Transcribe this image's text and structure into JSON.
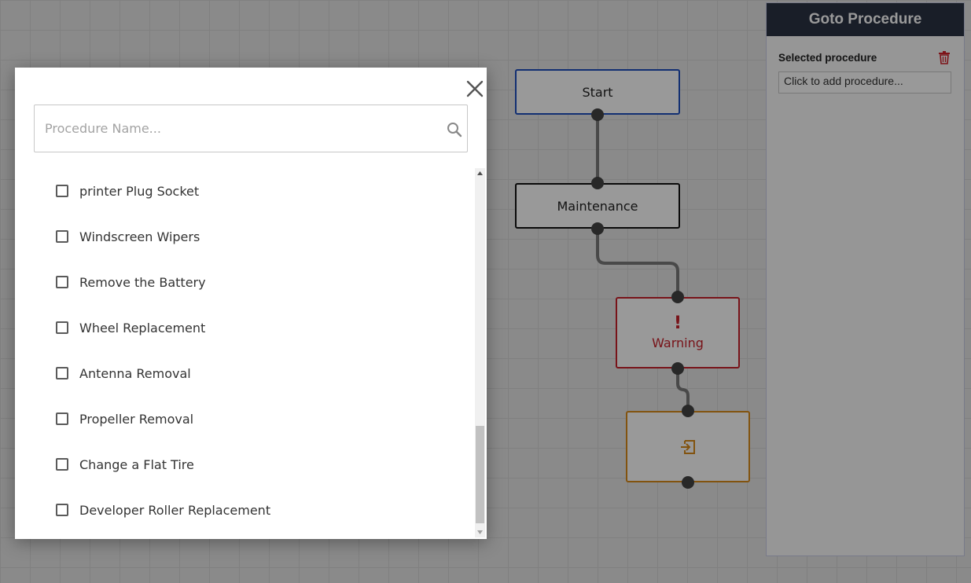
{
  "flow": {
    "start_label": "Start",
    "maintenance_label": "Maintenance",
    "warning_mark": "!",
    "warning_label": "Warning",
    "goto_icon": "enter-icon"
  },
  "panel": {
    "title": "Goto Procedure",
    "selected_label": "Selected procedure",
    "input_value": "Click to add procedure..."
  },
  "modal": {
    "search_placeholder": "Procedure Name...",
    "items": [
      {
        "label": "printer Plug Socket",
        "checked": false
      },
      {
        "label": "Windscreen Wipers",
        "checked": false
      },
      {
        "label": "Remove the Battery",
        "checked": false
      },
      {
        "label": "Wheel Replacement",
        "checked": false
      },
      {
        "label": "Antenna Removal",
        "checked": false
      },
      {
        "label": "Propeller Removal",
        "checked": false
      },
      {
        "label": "Change a Flat Tire",
        "checked": false
      },
      {
        "label": "Developer Roller Replacement",
        "checked": false
      }
    ]
  },
  "colors": {
    "start": "#1f4fbf",
    "warning": "#c8202a",
    "goto": "#d98a1a",
    "panel_header": "#2b3243",
    "trash": "#d0202a"
  }
}
